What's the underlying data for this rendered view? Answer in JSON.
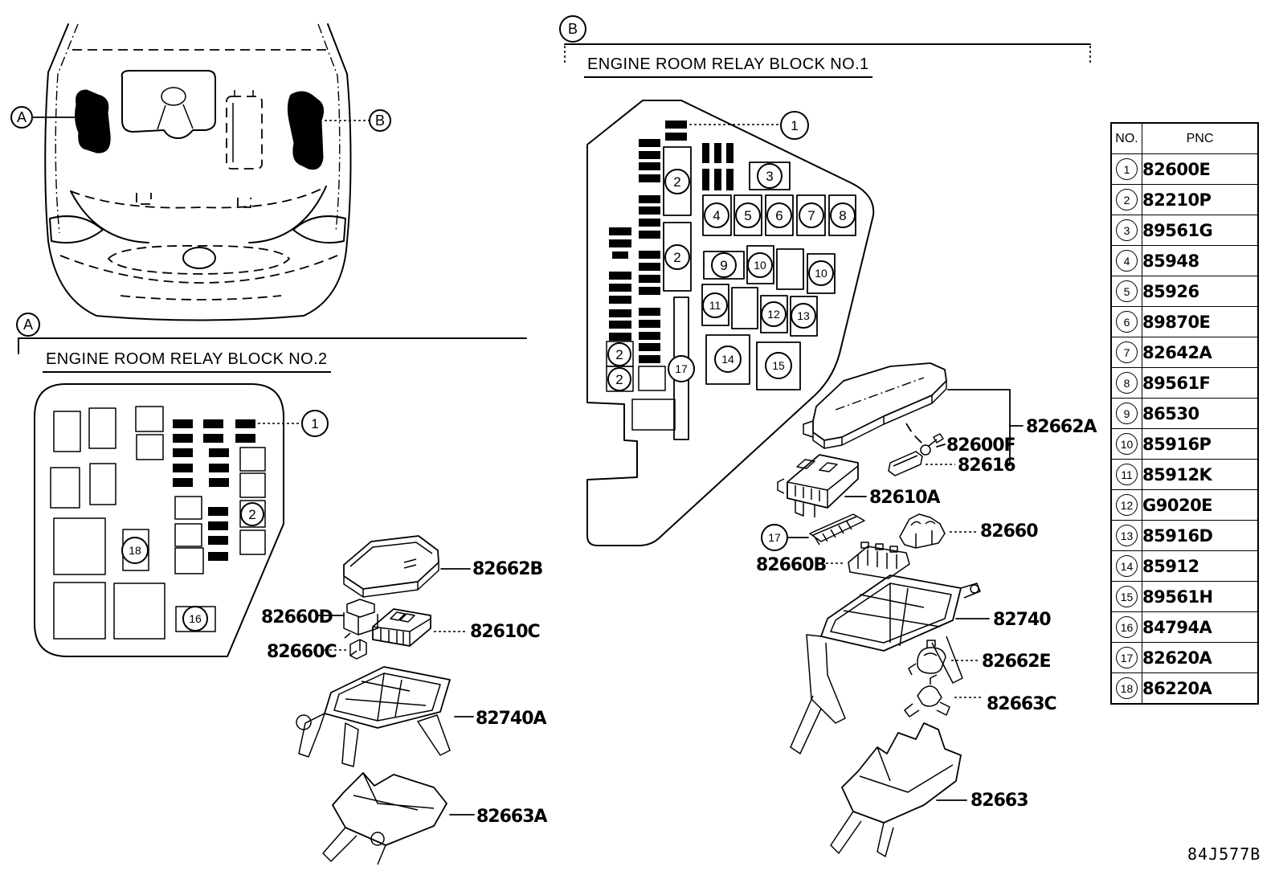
{
  "page": {
    "drawing_code": "84J577B"
  },
  "markers": {
    "a": "A",
    "b": "B"
  },
  "sections": {
    "a": {
      "title": "ENGINE ROOM RELAY BLOCK NO.2"
    },
    "b": {
      "title": "ENGINE ROOM RELAY BLOCK NO.1"
    }
  },
  "callouts": {
    "n1": "1",
    "n2": "2",
    "n3": "3",
    "n4": "4",
    "n5": "5",
    "n6": "6",
    "n7": "7",
    "n8": "8",
    "n9": "9",
    "n10": "10",
    "n11": "11",
    "n12": "12",
    "n13": "13",
    "n14": "14",
    "n15": "15",
    "n16": "16",
    "n17": "17",
    "n18": "18"
  },
  "part_labels": {
    "l82662B": "82662B",
    "l82660D": "82660D",
    "l82610C": "82610C",
    "l82660C": "82660C",
    "l82740A": "82740A",
    "l82663A": "82663A",
    "r82662A": "82662A",
    "r82600F": "82600F",
    "r82616": "82616",
    "r82610A": "82610A",
    "r82660": "82660",
    "r82660B": "82660B",
    "r82740": "82740",
    "r82662E": "82662E",
    "r82663C": "82663C",
    "r82663": "82663"
  },
  "table": {
    "headers": {
      "no": "NO.",
      "pnc": "PNC"
    },
    "rows": [
      {
        "no": "1",
        "pnc": "82600E"
      },
      {
        "no": "2",
        "pnc": "82210P"
      },
      {
        "no": "3",
        "pnc": "89561G"
      },
      {
        "no": "4",
        "pnc": "85948"
      },
      {
        "no": "5",
        "pnc": "85926"
      },
      {
        "no": "6",
        "pnc": "89870E"
      },
      {
        "no": "7",
        "pnc": "82642A"
      },
      {
        "no": "8",
        "pnc": "89561F"
      },
      {
        "no": "9",
        "pnc": "86530"
      },
      {
        "no": "10",
        "pnc": "85916P"
      },
      {
        "no": "11",
        "pnc": "85912K"
      },
      {
        "no": "12",
        "pnc": "G9020E"
      },
      {
        "no": "13",
        "pnc": "85916D"
      },
      {
        "no": "14",
        "pnc": "85912"
      },
      {
        "no": "15",
        "pnc": "89561H"
      },
      {
        "no": "16",
        "pnc": "84794A"
      },
      {
        "no": "17",
        "pnc": "82620A"
      },
      {
        "no": "18",
        "pnc": "86220A"
      }
    ]
  }
}
